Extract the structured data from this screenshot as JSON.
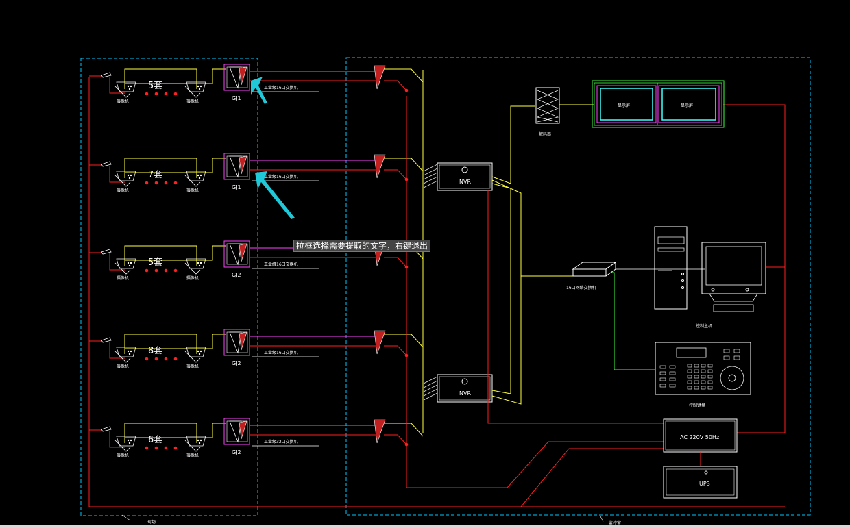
{
  "canvas": {
    "background": "#000000"
  },
  "colors": {
    "boundary": "#00c8ff",
    "red": "#ff2020",
    "yellow": "#ffff40",
    "magenta": "#ff40ff",
    "green": "#40ff40",
    "cyan": "#40ffff",
    "white": "#ffffff"
  },
  "rows": [
    {
      "count": "5套",
      "cam_left": "摄像机",
      "cam_right": "摄像机",
      "gj": "GJ1",
      "switch": "工业级16口交换机"
    },
    {
      "count": "7套",
      "cam_left": "摄像机",
      "cam_right": "摄像机",
      "gj": "GJ1",
      "switch": "工业级16口交换机"
    },
    {
      "count": "5套",
      "cam_left": "摄像机",
      "cam_right": "摄像机",
      "gj": "GJ2",
      "switch": "工业级16口交换机"
    },
    {
      "count": "8套",
      "cam_left": "摄像机",
      "cam_right": "摄像机",
      "gj": "GJ2",
      "switch": "工业级16口交换机"
    },
    {
      "count": "6套",
      "cam_left": "摄像机",
      "cam_right": "摄像机",
      "gj": "GJ2",
      "switch": "工业级32口交换机"
    }
  ],
  "devices": {
    "nvr_top": "NVR",
    "nvr_bottom": "NVR",
    "decoder": "解码器",
    "monitor_left": "显示屏",
    "monitor_right": "显示屏",
    "core_switch": "16口网络交换机",
    "host": "控制主机",
    "keyboard": "控制键盘",
    "power": "AC 220V 50Hz",
    "ups": "UPS"
  },
  "area_labels": {
    "left": "现场",
    "right": "监控室"
  },
  "tooltip": {
    "text": "拉框选择需要提取的文字，右键退出"
  }
}
